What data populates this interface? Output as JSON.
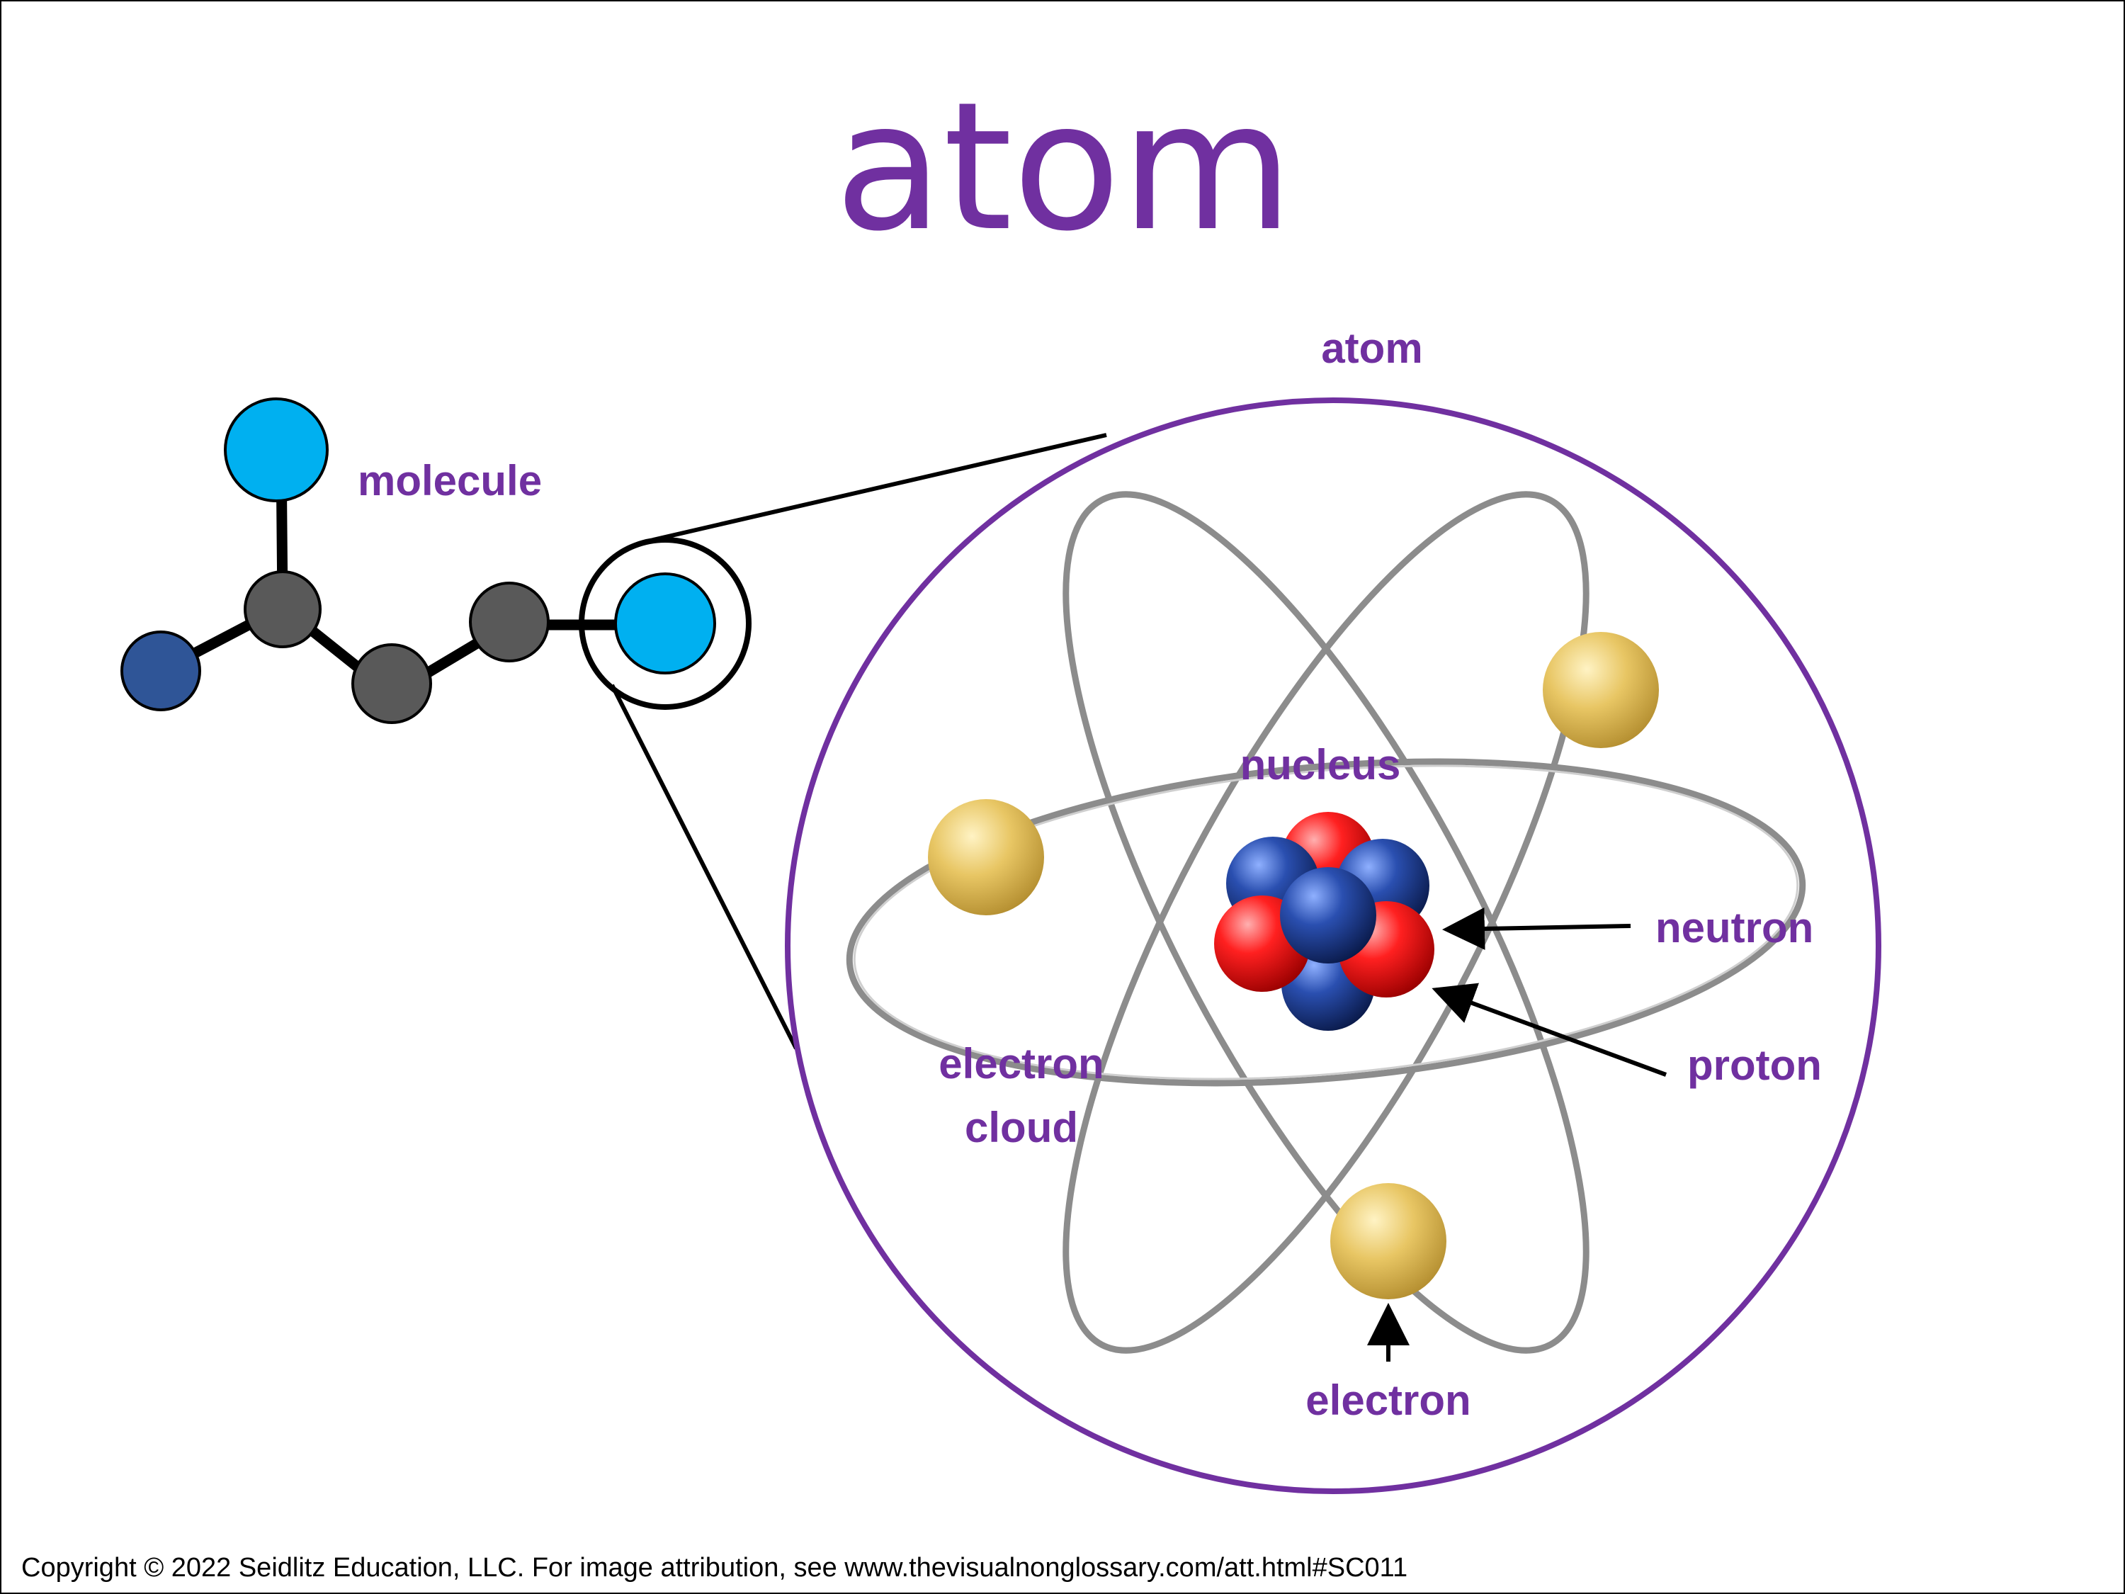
{
  "title": "atom",
  "labels": {
    "molecule": "molecule",
    "atom": "atom",
    "nucleus": "nucleus",
    "neutron": "neutron",
    "proton": "proton",
    "electron_cloud_line1": "electron",
    "electron_cloud_line2": "cloud",
    "electron": "electron"
  },
  "footer": "Copyright © 2022 Seidlitz Education, LLC.  For image attribution, see www.thevisualnonglossary.com/att.html#SC011",
  "colors": {
    "label_purple": "#7030a0",
    "atom_outline": "#7030a0",
    "orbit_gray": "#8c8c8c",
    "molecule_light_blue": "#00b0f0",
    "molecule_dark_blue": "#2f5597",
    "molecule_gray": "#595959",
    "proton_red": "#ff0000",
    "neutron_blue": "#1f3e8c",
    "electron_gold": "#e3c25a"
  }
}
